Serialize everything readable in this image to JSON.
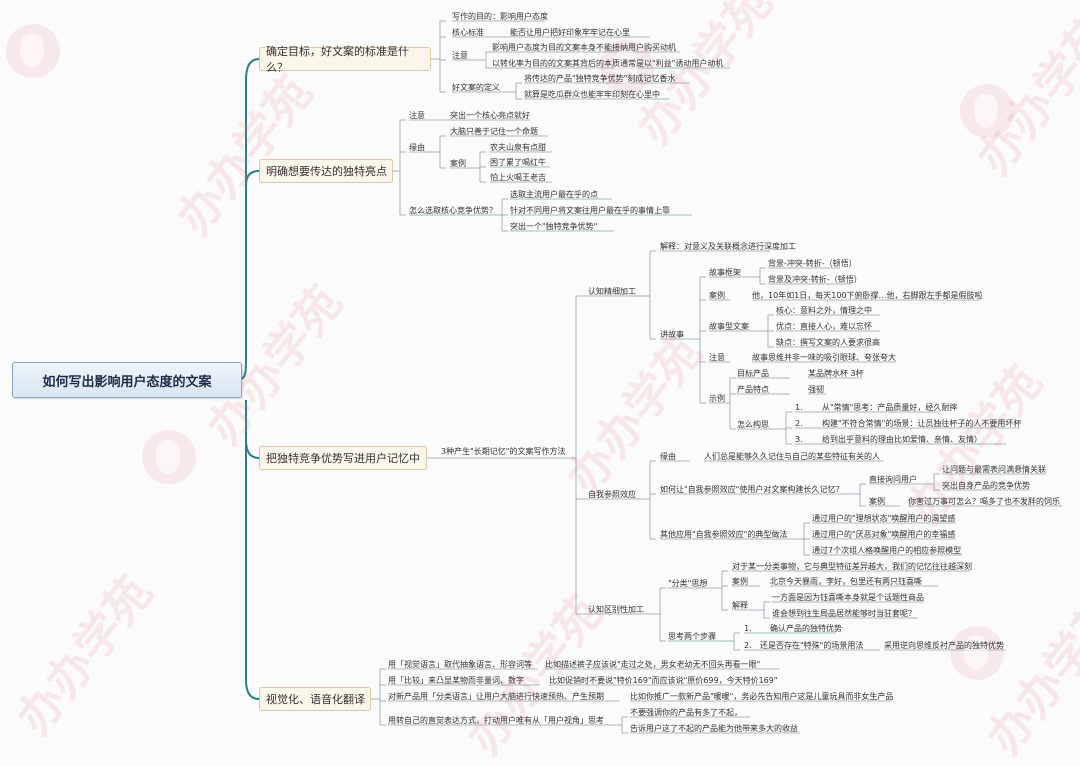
{
  "root": "如何写出影响用户态度的文案",
  "b1": {
    "goal": "确定目标，好文案的标准是什么？",
    "unique": "明确想要传达的独特亮点",
    "memory": "把独特竞争优势写进用户记忆中",
    "visual": "视觉化、语音化翻译"
  },
  "goal": {
    "t1": "写作的目的：影响用户态度",
    "t2": "核心标准",
    "t2a": "能否让用户把好印象牢牢记在心里",
    "t3": "注意",
    "t3a": "影响用户态度为目的文案本身不能接纳用户购买动机",
    "t3b": "以转化率为目的的文案其背后的本质通常是以\"利益\"诱动用户动机",
    "t4": "好文案的定义",
    "t4a": "将传达的产品\"独特竞争优势\"刻成记忆香水",
    "t4b": "就算是吃瓜群众也能牢牢印刻在心里中"
  },
  "unique": {
    "note": "注意",
    "note_a": "突出一个核心亮点就好",
    "why": "缘由",
    "why_a": "大脑只善于记住一个命题",
    "case": "案例",
    "case_a": "农夫山泉有点甜",
    "case_b": "困了累了喝红牛",
    "case_c": "怕上火喝王老吉",
    "how": "怎么选取核心竞争优势？",
    "how_a": "选取主流用户最在乎的点",
    "how_b": "针对不同用户将文案往用户最在乎的事情上靠",
    "how_c": "突出一个\"独特竞争优势\""
  },
  "memory": {
    "method": "3种产生\"长期记忆\"的文案写作方法",
    "cog": "认知精细加工",
    "explain": "解释：对意义及关联概念进行深度加工",
    "story": "讲故事",
    "frame": "故事框架",
    "frame_a": "背景-冲突-转折-（顿悟）",
    "frame_b": "背景及冲突-转折-（顿悟）",
    "case": "案例",
    "case_a": "他，10年如1日，每天100下俯卧撑…他，右脚跟左手都是假肢啦",
    "type": "故事型文案",
    "type_a": "核心：意料之外，情理之中",
    "type_b": "优点：直接人心，难以忘怀",
    "type_c": "缺点：撰写文案的人要求很高",
    "note": "注意",
    "note_a": "故事思维并非一味的吸引眼球、夸张夸大",
    "ex": "示例",
    "ex_target": "目标产品",
    "ex_target_a": "某品牌水杯 3杯",
    "ex_feat": "产品特点",
    "ex_feat_a": "强韧",
    "ex_how": "怎么构思",
    "ex_how_1": "1.",
    "ex_how_1a": "从\"常情\"思考：产品质量好，经久耐摔",
    "ex_how_2": "2.",
    "ex_how_2a": "构建\"不符合常情\"的场景：让员独往杯子的人不要用坏杯",
    "ex_how_3": "3.",
    "ex_how_3a": "给到出乎意料的理由比如爱情、亲情、友情）",
    "self": "自我参照效应",
    "self_why": "缘由",
    "self_why_a": "人们总是能够久久记住与自己的某些特征有关的人",
    "self_how": "如何让\"自我参照效应\"使用户对文案构建长久记忆？",
    "self_how_a": "直接询问用户",
    "self_how_a1": "让问题与最需表问满悬情关联",
    "self_how_a2": "突出自身产品的竞争优势",
    "self_how_b": "案例",
    "self_how_b1": "你害过万事可怎么？喝多了也不发胖的饲乐",
    "self_other": "其他应用\"自我参照效应\"的典型做法",
    "self_other_a": "通过用户的\"理想状态\"唤醒用户的渴望感",
    "self_other_b": "通过用户的\"厌恶对象\"唤醒用户的幸福感",
    "self_other_c": "通过7个次组人格唤醒用户的相应参照模型",
    "cat": "认知区别性加工",
    "cat_1": "\"分类\"思想",
    "cat_1a": "对于某一分类事物，它与典型特征差异越大，我们的记忆往往越深刻",
    "cat_case": "案例",
    "cat_case_a": "北京今天暴雨，李好，包里还有两只钰喜嘶",
    "cat_exp": "解释",
    "cat_exp_a": "一方面是因为钰喜嘶本身就是个话题性商品",
    "cat_exp_b": "谁会想到往生局品居然能够时当驻套呢？",
    "cat_2": "思考两个步骤",
    "cat_2_1": "1.",
    "cat_2_1a": "确认产品的独特优势",
    "cat_2_2": "2.",
    "cat_2_2a": "还是否存在\"特殊\"的场景用法",
    "cat_2_2b": "采用逆向思维反衬产品的独特优势"
  },
  "visual": {
    "v1": "用「视觉语言」取代抽象语言、形容词等",
    "v1a": "比如描述裤子应该说\"走过之处，男女老幼无不回头再看一眼\"",
    "v2": "用「比较」来凸显某物而非量词、数字",
    "v2a": "比如促销时不要说\"特价169\"而应该说\"原价699，今天特价169\"",
    "v3": "对新产品用「分类语言」让用户大脑进行快速预热、产生预期",
    "v3a": "比如你推广一款新产品\"暖暖\"，务必先告知用户这是儿童玩具而非女生产品",
    "v4": "用转自己的直觉表达方式，打动用户唯有从「用户视角」思考",
    "v4a": "不要强调你的产品有多了不起，",
    "v4b": "告诉用户这了不起的产品能为他带来多大的收益"
  },
  "watermark": "办办学苑",
  "colors": {
    "root_border": "#8aa6c4",
    "branch": "#2a7f8a",
    "line": "#8aa2b0",
    "watermark": "#e07373"
  }
}
